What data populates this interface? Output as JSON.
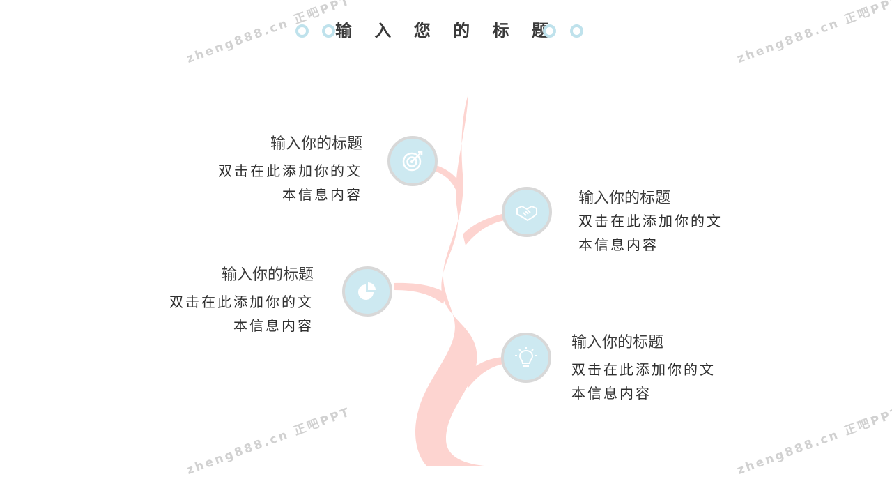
{
  "header": {
    "title": "输 入 您 的 标 题"
  },
  "items": [
    {
      "heading": "输入你的标题",
      "line1": "双击在此添加你的文",
      "line2": "本信息内容",
      "icon": "target-icon"
    },
    {
      "heading": "输入你的标题",
      "line1": "双击在此添加你的文",
      "line2": "本信息内容",
      "icon": "handshake-icon"
    },
    {
      "heading": "输入你的标题",
      "line1": "双击在此添加你的文",
      "line2": "本信息内容",
      "icon": "pie-chart-icon"
    },
    {
      "heading": "输入你的标题",
      "line1": "双击在此添加你的文",
      "line2": "本信息内容",
      "icon": "lightbulb-icon"
    }
  ],
  "watermark": {
    "text": "zheng888.cn 正吧PPT"
  },
  "colors": {
    "branch": "#fdd4d0",
    "node_fill": "#cde9f1",
    "node_ring": "#d8d8d8",
    "deco_ring": "#bfe2ec"
  }
}
